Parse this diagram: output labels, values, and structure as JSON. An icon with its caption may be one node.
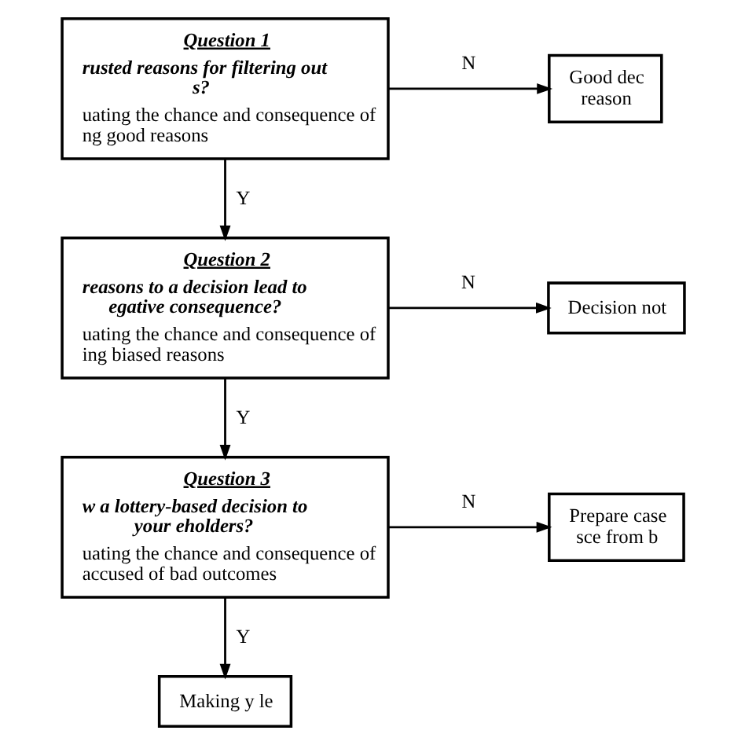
{
  "diagram": {
    "nodes": [
      {
        "text": [
          "Question 1",
          "rusted reasons for filtering out s?",
          "uating the chance and consequence of ng good reasons"
        ]
      },
      {
        "text": [
          "Question 2",
          "reasons to a decision lead to egative consequence?",
          "uating the chance and consequence of ing biased reasons"
        ]
      },
      {
        "text": [
          "Question 3",
          "w a lottery-based decision to your eholders?",
          "uating the chance and consequence of accused of bad outcomes"
        ]
      },
      {
        "text": [
          "Good dec reason"
        ]
      },
      {
        "text": [
          "Decision not"
        ]
      },
      {
        "text": [
          "Prepare case sce from b"
        ]
      },
      {
        "text": [
          "Making y le"
        ]
      }
    ],
    "edges": [
      {
        "from": 0,
        "to": 3,
        "arrow": "to",
        "label": "N"
      },
      {
        "from": 0,
        "to": 1,
        "arrow": "to",
        "label": "Y"
      },
      {
        "from": 1,
        "to": 4,
        "arrow": "to",
        "label": "N"
      },
      {
        "from": 1,
        "to": 2,
        "arrow": "to",
        "label": "Y"
      },
      {
        "from": 2,
        "to": 5,
        "arrow": "to",
        "label": "N"
      },
      {
        "from": 2,
        "to": 6,
        "arrow": "to",
        "label": "Y"
      }
    ]
  }
}
